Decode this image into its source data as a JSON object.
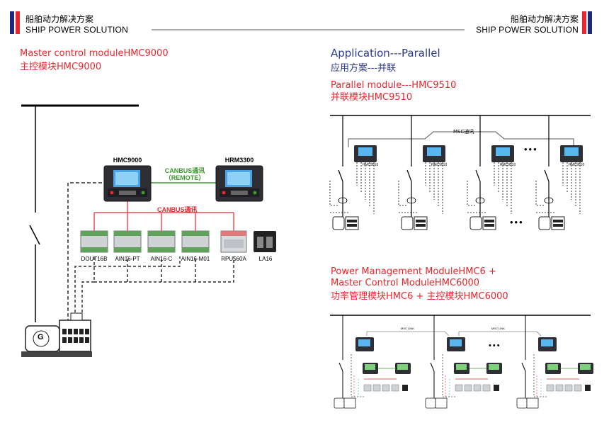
{
  "header": {
    "left_cn": "船舶动力解决方案",
    "left_en": "SHIP POWER SOLUTION",
    "right_cn": "船舶动力解决方案",
    "right_en": "SHIP POWER SOLUTION"
  },
  "colors": {
    "red": "#e8262c",
    "blue": "#2b3a8f",
    "navy_bar": "#1c2a7a",
    "green": "#3a9a2d"
  },
  "left": {
    "title_en": "Master control moduleHMC9000",
    "title_cn": "主控模块HMC9000",
    "controllers": {
      "main": "HMC9000",
      "remote": "HRM3300"
    },
    "canbus_remote": [
      "CANBUS通讯",
      "（REMOTE）"
    ],
    "canbus": "CANBUS通讯",
    "modules": [
      "DOUT16B",
      "AIN16-PT",
      "AIN16-C",
      "AIN16-M01",
      "RPU560A",
      "LA16"
    ],
    "generator_letter": "G"
  },
  "right": {
    "app_title": "Application---Parallel",
    "app_cn": "应用方案---并联",
    "parallel_title": "Parallel module---HMC9510",
    "parallel_cn": "并联模块HMC9510",
    "msc_label": "MSC通讯",
    "hmc9510_label": "HMC9510",
    "dots": "•••",
    "pm_title_1": "Power Management ModuleHMC6 +",
    "pm_title_2": "Master Control ModuleHMC6000",
    "pm_cn": "功率管理模块HMC6 + 主控模块HMC6000",
    "msc_link": "MSC LINK"
  }
}
